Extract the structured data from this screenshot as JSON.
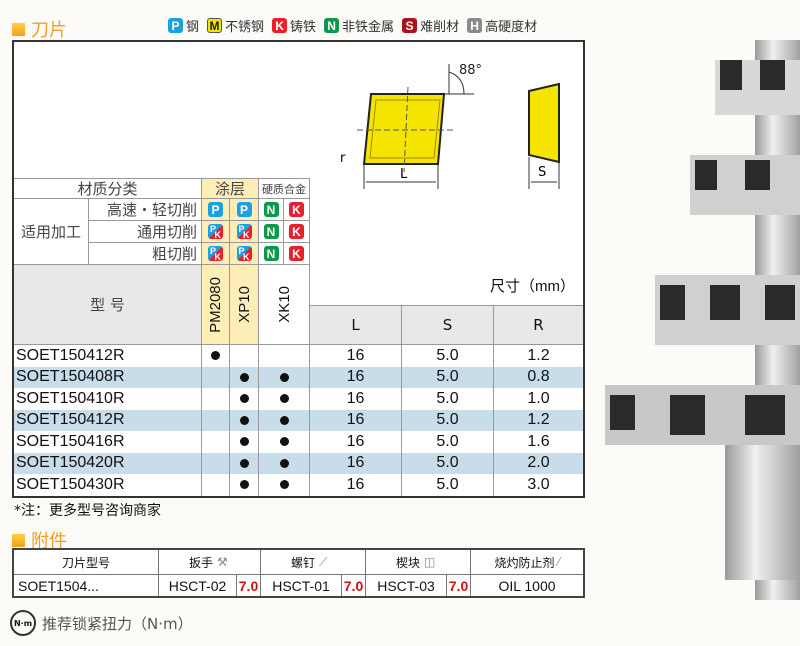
{
  "insert_section": {
    "title": "刀片"
  },
  "legend": [
    {
      "code": "P",
      "label": "钢"
    },
    {
      "code": "M",
      "label": "不锈钢"
    },
    {
      "code": "K",
      "label": "铸铁"
    },
    {
      "code": "N",
      "label": "非铁金属"
    },
    {
      "code": "S",
      "label": "难削材"
    },
    {
      "code": "H",
      "label": "高硬度材"
    }
  ],
  "drawing": {
    "angle": "88°",
    "r": "r",
    "L": "L",
    "S": "S"
  },
  "material": {
    "header": "材质分类",
    "coating": "涂层",
    "carbide": "硬质合金",
    "apply": "适用加工",
    "rows": [
      {
        "label": "高速・轻切削",
        "pm": "P",
        "xp": "P",
        "n": "N",
        "k": "K"
      },
      {
        "label": "通用切削",
        "pm": "PK",
        "xp": "PK",
        "n": "N",
        "k": "K"
      },
      {
        "label": "粗切削",
        "pm": "PK",
        "xp": "PK",
        "n": "N",
        "k": "K"
      }
    ]
  },
  "table": {
    "model_header": "型 号",
    "grades": [
      "PM2080",
      "XP10",
      "XK10"
    ],
    "dim_header": "尺寸（mm）",
    "dims": [
      "L",
      "S",
      "R"
    ],
    "rows": [
      {
        "model": "SOET150412R",
        "stock": [
          true,
          false,
          false
        ],
        "L": "16",
        "S": "5.0",
        "R": "1.2"
      },
      {
        "model": "SOET150408R",
        "stock": [
          false,
          true,
          true
        ],
        "L": "16",
        "S": "5.0",
        "R": "0.8"
      },
      {
        "model": "SOET150410R",
        "stock": [
          false,
          true,
          true
        ],
        "L": "16",
        "S": "5.0",
        "R": "1.0"
      },
      {
        "model": "SOET150412R",
        "stock": [
          false,
          true,
          true
        ],
        "L": "16",
        "S": "5.0",
        "R": "1.2"
      },
      {
        "model": "SOET150416R",
        "stock": [
          false,
          true,
          true
        ],
        "L": "16",
        "S": "5.0",
        "R": "1.6"
      },
      {
        "model": "SOET150420R",
        "stock": [
          false,
          true,
          true
        ],
        "L": "16",
        "S": "5.0",
        "R": "2.0"
      },
      {
        "model": "SOET150430R",
        "stock": [
          false,
          true,
          true
        ],
        "L": "16",
        "S": "5.0",
        "R": "3.0"
      }
    ]
  },
  "note": "*注：更多型号咨询商家",
  "accessory_section": {
    "title": "附件"
  },
  "accessory": {
    "headers": [
      "刀片型号",
      "扳手",
      "螺钉",
      "楔块",
      "烧灼防止剂"
    ],
    "row": {
      "model": "SOET1504...",
      "wrench": "HSCT-02",
      "wrench_torque": "7.0",
      "screw": "HSCT-01",
      "screw_torque": "7.0",
      "wedge": "HSCT-03",
      "wedge_torque": "7.0",
      "oil": "OIL 1000"
    }
  },
  "torque_note": {
    "icon": "N·m",
    "label": "推荐锁紧扭力（N·m）"
  },
  "colors": {
    "P": "#1ba1e2",
    "M": "#f5e400",
    "K": "#e8202a",
    "N": "#0a9a48",
    "S": "#a8141c",
    "H": "#8a8a8a",
    "accent": "#f0a020",
    "row_alt": "#c8dcea"
  }
}
